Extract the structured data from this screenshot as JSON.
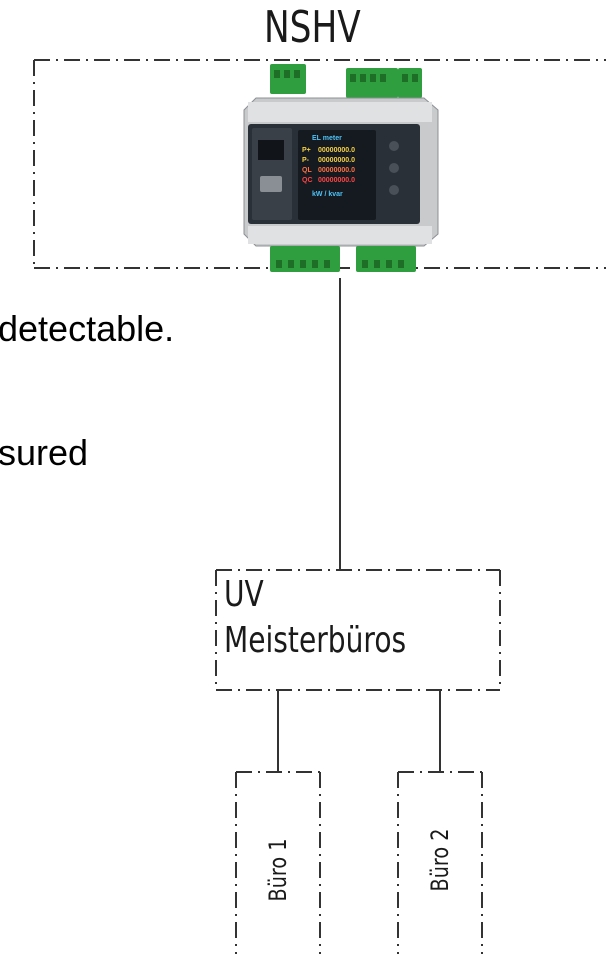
{
  "diagram": {
    "main_panel": {
      "label": "NSHV"
    },
    "meter": {
      "display_title": "EL meter",
      "rows": [
        {
          "label": "P+",
          "value": "00000000.0"
        },
        {
          "label": "P-",
          "value": "00000000.0"
        },
        {
          "label": "QL",
          "value": "00000000.0"
        },
        {
          "label": "QC",
          "value": "00000000.0"
        }
      ],
      "units": "kW / kvar"
    },
    "sub_panel": {
      "line1": "UV",
      "line2": "Meisterbüros"
    },
    "offices": [
      {
        "label": "Büro 1"
      },
      {
        "label": "Büro 2"
      }
    ]
  },
  "text_fragments": [
    {
      "text": "detectable."
    },
    {
      "text": "sured"
    }
  ],
  "colors": {
    "line": "#333333",
    "meter_body": "#c8cacc",
    "terminal_green": "#2e9e3e",
    "display_bg": "#151a20"
  }
}
